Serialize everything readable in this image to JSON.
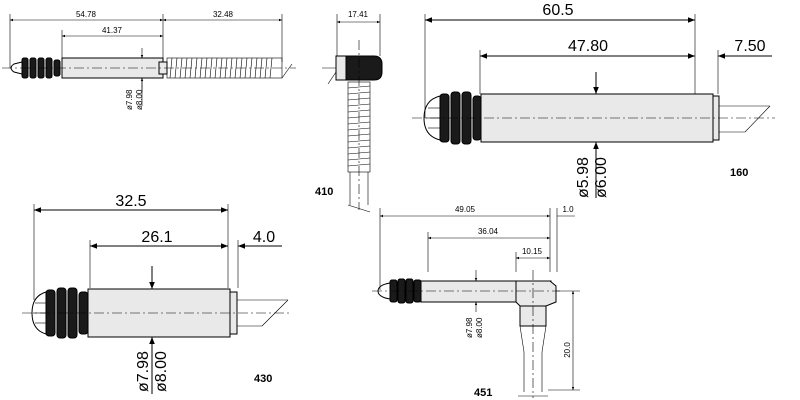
{
  "probes": [
    {
      "model": "",
      "dims": {
        "overall": "54.78",
        "body": "41.37",
        "tail": "32.48",
        "dia_a": "ø7.98",
        "dia_b": "ø8.00"
      }
    },
    {
      "model": "410",
      "dims": {
        "width": "17.41"
      }
    },
    {
      "model": "160",
      "dims": {
        "overall": "60.5",
        "body": "47.80",
        "tail": "7.50",
        "dia_a": "ø5.98",
        "dia_b": "ø6.00"
      }
    },
    {
      "model": "430",
      "dims": {
        "overall": "32.5",
        "body": "26.1",
        "tail": "4.0",
        "dia_a": "ø7.98",
        "dia_b": "ø8.00"
      }
    },
    {
      "model": "451",
      "dims": {
        "overall": "49.05",
        "offset": "1.0",
        "body": "36.04",
        "elbow": "10.15",
        "height": "20.0",
        "dia_a": "ø7.98",
        "dia_b": "ø8.00"
      }
    }
  ]
}
